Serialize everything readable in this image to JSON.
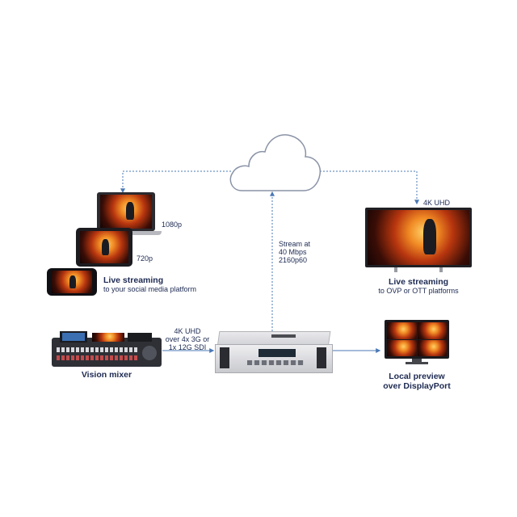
{
  "cloud": {
    "icon": "cloud-icon"
  },
  "devices": {
    "laptop": {
      "resolution": "1080p"
    },
    "tablet": {
      "resolution": "720p"
    },
    "tv": {
      "resolution": "4K UHD"
    }
  },
  "live_social": {
    "title": "Live streaming",
    "subtitle": "to your social media platform"
  },
  "live_ott": {
    "title": "Live streaming",
    "subtitle": "to OVP or OTT platforms"
  },
  "stream": {
    "line1": "Stream at",
    "line2": "40 Mbps",
    "line3": "2160p60"
  },
  "input": {
    "line1": "4K UHD",
    "line2": "over 4x 3G or",
    "line3": "1x 12G SDI"
  },
  "vision_mixer": {
    "label": "Vision mixer"
  },
  "preview": {
    "line1": "Local preview",
    "line2": "over DisplayPort"
  },
  "colors": {
    "text": "#1d2a52",
    "line": "#4a78b5",
    "cloud_outline": "#8a93a6"
  }
}
